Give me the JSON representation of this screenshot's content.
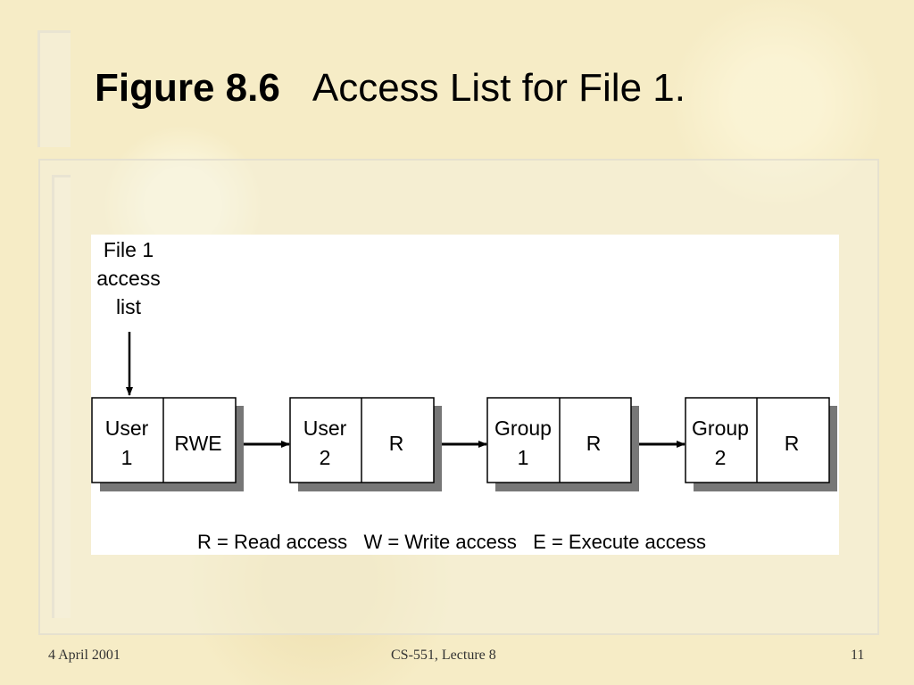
{
  "title": {
    "number": "Figure 8.6",
    "text": "Access List for File 1."
  },
  "diagram": {
    "head_label": [
      "File 1",
      "access",
      "list"
    ],
    "nodes": [
      {
        "name": [
          "User",
          "1"
        ],
        "rights": "RWE"
      },
      {
        "name": [
          "User",
          "2"
        ],
        "rights": "R"
      },
      {
        "name": [
          "Group",
          "1"
        ],
        "rights": "R"
      },
      {
        "name": [
          "Group",
          "2"
        ],
        "rights": "R"
      }
    ],
    "legend": "R = Read access   W = Write access   E = Execute access"
  },
  "footer": {
    "date": "4 April 2001",
    "course": "CS-551, Lecture 8",
    "page": "11"
  }
}
